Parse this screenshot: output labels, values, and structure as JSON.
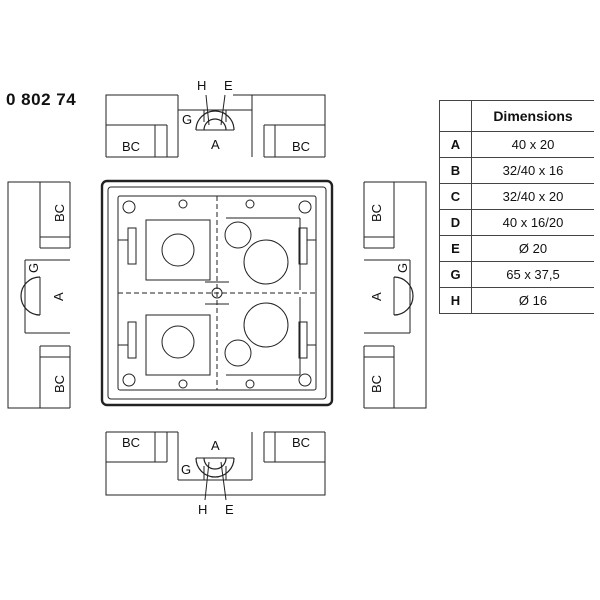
{
  "product_code": "0 802 74",
  "table": {
    "header": "Dimensions",
    "rows": [
      {
        "key": "A",
        "value": "40 x 20"
      },
      {
        "key": "B",
        "value": "32/40 x 16"
      },
      {
        "key": "C",
        "value": "32/40 x 20"
      },
      {
        "key": "D",
        "value": "40 x 16/20"
      },
      {
        "key": "E",
        "value": "Ø 20"
      },
      {
        "key": "G",
        "value": "65 x 37,5"
      },
      {
        "key": "H",
        "value": "Ø 16"
      }
    ]
  },
  "labels": {
    "a": "A",
    "bc": "BC",
    "g": "G",
    "h": "H",
    "e": "E"
  }
}
